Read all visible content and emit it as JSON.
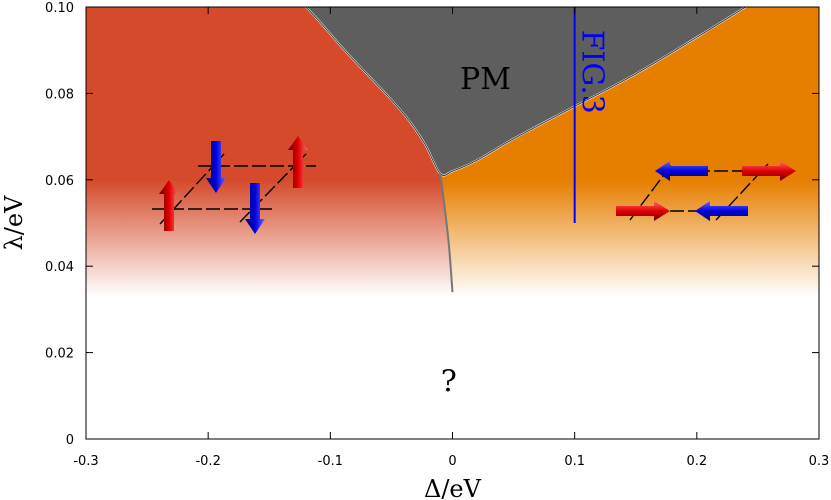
{
  "chart_data": {
    "type": "area",
    "title": "",
    "xlabel": "Δ/eV",
    "ylabel": "λ/eV",
    "xlim": [
      -0.3,
      0.3
    ],
    "ylim": [
      0,
      0.1
    ],
    "xticks": [
      -0.3,
      -0.2,
      -0.1,
      0,
      0.1,
      0.2,
      0.3
    ],
    "xtick_labels": [
      "-0.3",
      "-0.2",
      "-0.1",
      "0",
      "0.1",
      "0.2",
      "0.3"
    ],
    "yticks": [
      0,
      0.02,
      0.04,
      0.06,
      0.08,
      0.1
    ],
    "ytick_labels": [
      "0",
      "0.02",
      "0.04",
      "0.06",
      "0.08",
      "0.10"
    ],
    "grid": false,
    "regions": [
      {
        "label": "",
        "color": "#d44a2a",
        "side": "left",
        "fade_to_white_between": [
          0.033,
          0.06
        ]
      },
      {
        "label": "",
        "color": "#e67e00",
        "side": "right",
        "fade_to_white_between": [
          0.033,
          0.06
        ]
      },
      {
        "label": "PM",
        "color": "#5e5e5e",
        "label_at": [
          0.027,
          0.081
        ]
      },
      {
        "label": "?",
        "color": "#ffffff",
        "label_at": [
          -0.003,
          0.011
        ]
      }
    ],
    "pm_boundary": {
      "x": [
        -0.12,
        -0.11,
        -0.09,
        -0.07,
        -0.05,
        -0.035,
        -0.022,
        -0.01,
        0.0,
        0.02,
        0.05,
        0.1,
        0.15,
        0.2,
        0.24
      ],
      "y": [
        0.1,
        0.097,
        0.0905,
        0.0845,
        0.0785,
        0.0735,
        0.068,
        0.0614,
        0.062,
        0.0645,
        0.0695,
        0.077,
        0.0845,
        0.093,
        0.1
      ]
    },
    "phase_divider": {
      "x": [
        -0.01,
        -0.007,
        -0.003,
        0.0
      ],
      "y": [
        0.0614,
        0.055,
        0.045,
        0.034
      ]
    },
    "marker_line": {
      "label": "FIG.3",
      "color": "#0000ff",
      "x": 0.1,
      "y_range": [
        0.05,
        0.1
      ]
    },
    "colors": {
      "spin_up": "#cc0000",
      "spin_down": "#0000cc"
    }
  }
}
